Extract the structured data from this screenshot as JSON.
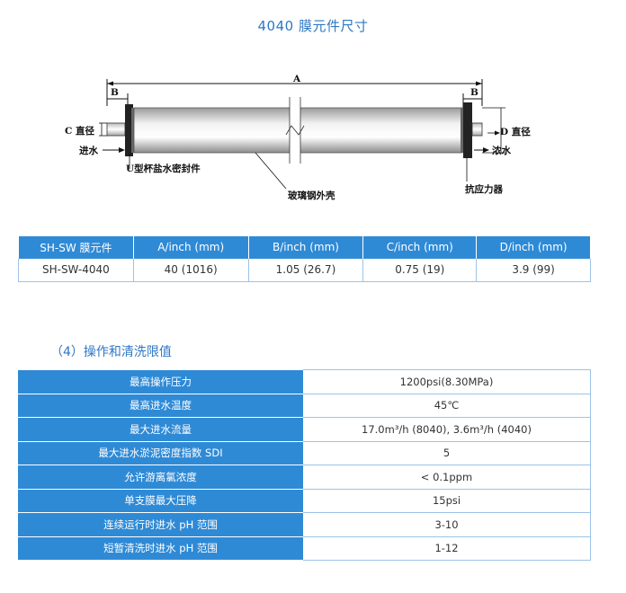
{
  "title": "4040 膜元件尺寸",
  "diagram": {
    "label_a": "A",
    "label_b_left": "B",
    "label_b_right": "B",
    "label_c": "C 直径",
    "label_d": "D 直径",
    "label_inlet": "进水",
    "label_concentrate": "浓水",
    "label_seal": "U型杯盐水密封件",
    "label_shell": "玻璃钢外壳",
    "label_atd": "抗应力器"
  },
  "dimensions_table": {
    "headers": [
      "SH-SW 膜元件",
      "A/inch (mm)",
      "B/inch (mm)",
      "C/inch (mm)",
      "D/inch (mm)"
    ],
    "row": [
      "SH-SW-4040",
      "40 (1016)",
      "1.05 (26.7)",
      "0.75 (19)",
      "3.9 (99)"
    ]
  },
  "section_title": "（4）操作和清洗限值",
  "limits_table": [
    {
      "key": "最高操作压力",
      "value": "1200psi(8.30MPa)"
    },
    {
      "key": "最高进水温度",
      "value": "45℃"
    },
    {
      "key": "最大进水流量",
      "value": "17.0m³/h (8040), 3.6m³/h (4040)"
    },
    {
      "key": "最大进水淤泥密度指数 SDI",
      "value": "5"
    },
    {
      "key": "允许游离氯浓度",
      "value": "< 0.1ppm"
    },
    {
      "key": "单支膜最大压降",
      "value": "15psi"
    },
    {
      "key": "连续运行时进水 pH 范围",
      "value": "3-10"
    },
    {
      "key": "短暂清洗时进水 pH 范围",
      "value": "1-12"
    }
  ]
}
